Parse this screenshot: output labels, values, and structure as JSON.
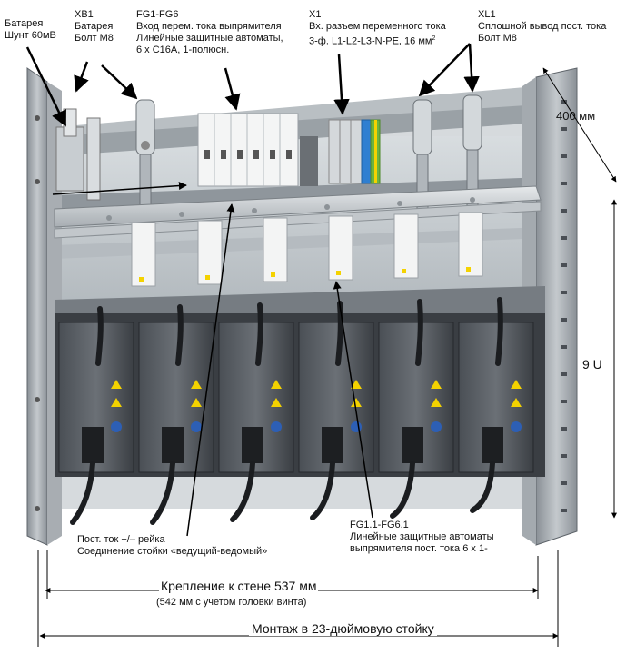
{
  "labels": {
    "battery_shunt": [
      "Батарея",
      "Шунт 60мВ"
    ],
    "xb1": [
      "XB1",
      "Батарея",
      "Болт M8"
    ],
    "fg1_fg6": [
      "FG1-FG6",
      "Вход перем. тока выпрямителя",
      "Линейные защитные автоматы,",
      "6 x C16A, 1-полюсн."
    ],
    "x1": [
      "X1",
      "Вх. разъем переменного тока"
    ],
    "x1_spec": "3-ф. L1-L2-L3-N-PE, 16 мм",
    "x1_sup": "2",
    "xl1": [
      "XL1",
      "Сплошной вывод пост. тока",
      "Болт M8"
    ],
    "dc_rail": [
      "Пост. ток +/– рейка",
      "Соединение стойки «ведущий-ведомый»"
    ],
    "fg1_1": [
      "FG1.1-FG6.1",
      "Линейные защитные автоматы",
      "выпрямителя пост. тока 6 x 1-"
    ]
  },
  "dimensions": {
    "depth": "400 мм",
    "height": "9 U",
    "wall_mount": "Крепление к стене 537 мм",
    "wall_mount_note": "(542 мм с учетом головки винта)",
    "rack_mount": "Монтаж в 23-дюймовую стойку"
  },
  "colors": {
    "frame": "#9ea3a8",
    "frame_dark": "#6f757b",
    "panel": "#c9d0d4",
    "rectifier": "#2f3338",
    "breaker": "#f2f3f3",
    "terminal_blue": "#2f7fd1",
    "terminal_green": "#6cb33f",
    "warning": "#f4d200"
  }
}
